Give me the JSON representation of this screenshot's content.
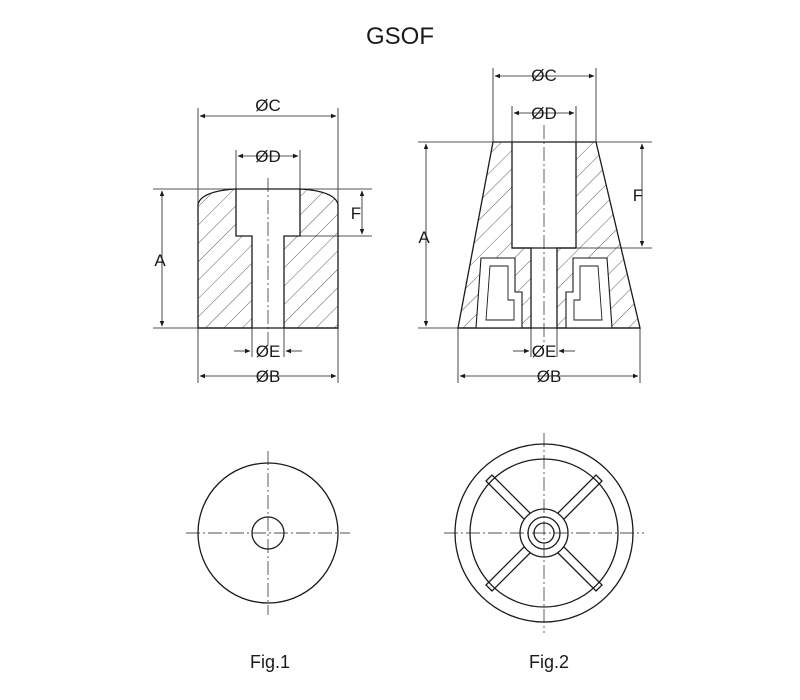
{
  "title": "GSOF",
  "figure1": {
    "caption": "Fig.1",
    "dims": {
      "a": "A",
      "b": "ØB",
      "c": "ØC",
      "d": "ØD",
      "e": "ØE",
      "f": "F"
    }
  },
  "figure2": {
    "caption": "Fig.2",
    "dims": {
      "a": "A",
      "b": "ØB",
      "c": "ØC",
      "d": "ØD",
      "e": "ØE",
      "f": "F"
    }
  }
}
